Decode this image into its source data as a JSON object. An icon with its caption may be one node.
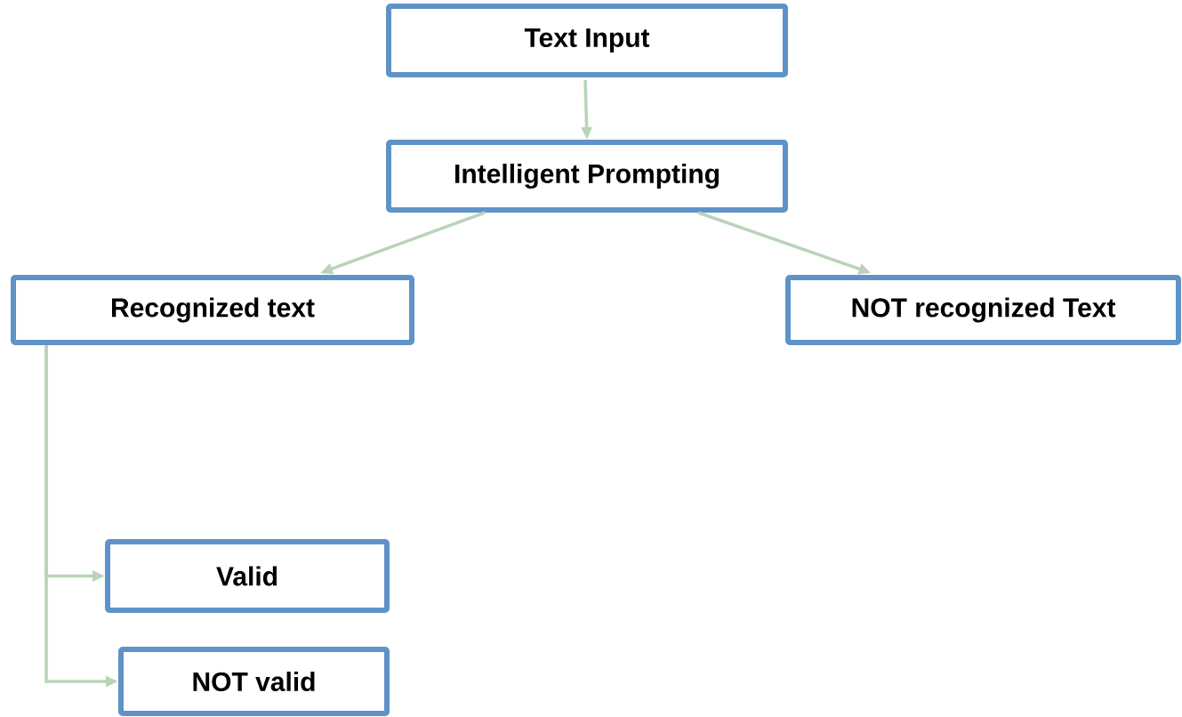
{
  "diagram": {
    "nodes": [
      {
        "text": [
          "Text Input"
        ]
      },
      {
        "text": [
          "Intelligent Prompting"
        ]
      },
      {
        "text": [
          "Recognized text"
        ]
      },
      {
        "text": [
          "NOT recognized Text"
        ]
      },
      {
        "text": [
          "Valid"
        ]
      },
      {
        "text": [
          "NOT valid"
        ]
      }
    ],
    "edges": [
      {
        "from": 0,
        "to": 1,
        "arrow": "to"
      },
      {
        "from": 1,
        "to": 2,
        "arrow": "to"
      },
      {
        "from": 1,
        "to": 3,
        "arrow": "to"
      },
      {
        "from": 2,
        "to": 4,
        "arrow": "to"
      },
      {
        "from": 2,
        "to": 5,
        "arrow": "to"
      }
    ]
  }
}
